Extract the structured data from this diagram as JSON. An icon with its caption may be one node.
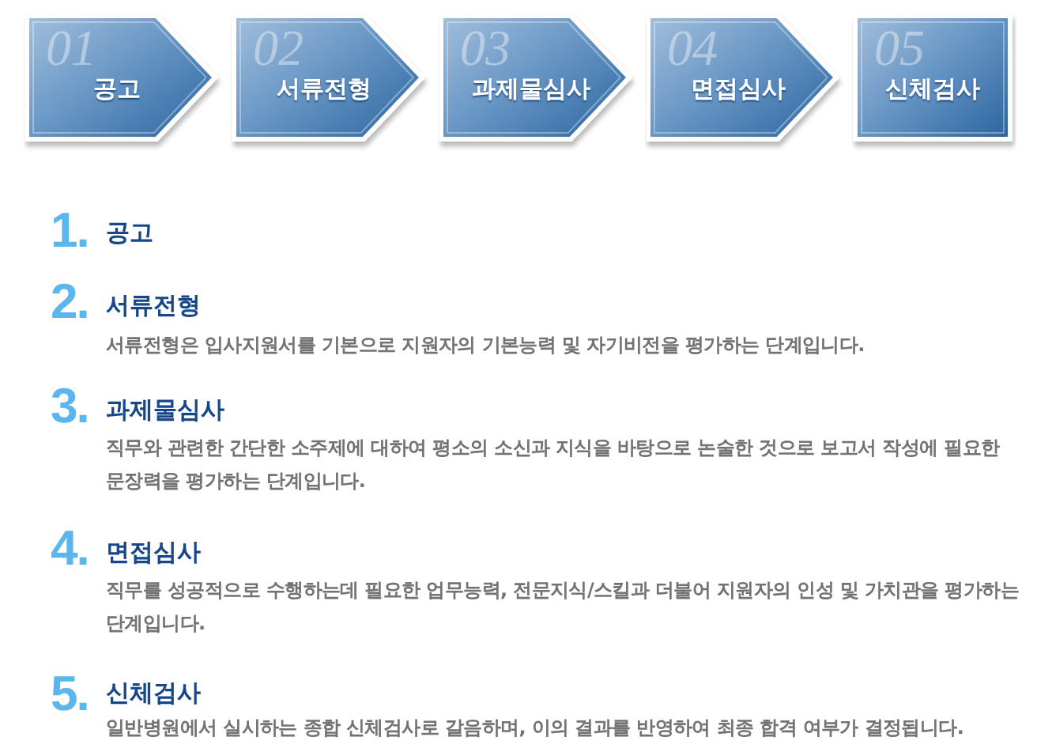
{
  "diagram": {
    "nodes": [
      {
        "text": [
          "01",
          "공고"
        ]
      },
      {
        "text": [
          "02",
          "서류전형"
        ]
      },
      {
        "text": [
          "03",
          "과제물심사"
        ]
      },
      {
        "text": [
          "04",
          "면접심사"
        ]
      },
      {
        "text": [
          "05",
          "신체검사"
        ]
      }
    ],
    "labels": [
      "1.",
      "공고",
      "2.",
      "서류전형",
      "서류전형은 입사지원서를 기본으로 지원자의 기본능력 및 자기비전을 평가하는 단계입니다.",
      "3.",
      "과제물심사",
      "직무와 관련한 간단한 소주제에 대하여 평소의 소신과 지식을 바탕으로 논술한 것으로 보고서 작성에 필요한 문장력을 평가하는 단계입니다.",
      "4.",
      "면접심사",
      "직무를 성공적으로 수행하는데 필요한 업무능력, 전문지식/스킬과 더불어 지원자의 인성 및 가치관을 평가하는 단계입니다.",
      "5.",
      "신체검사",
      "일반병원에서 실시하는 종합 신체검사로 갈음하며, 이의 결과를 반영하여 최종 합격 여부가 결정됩니다."
    ]
  }
}
